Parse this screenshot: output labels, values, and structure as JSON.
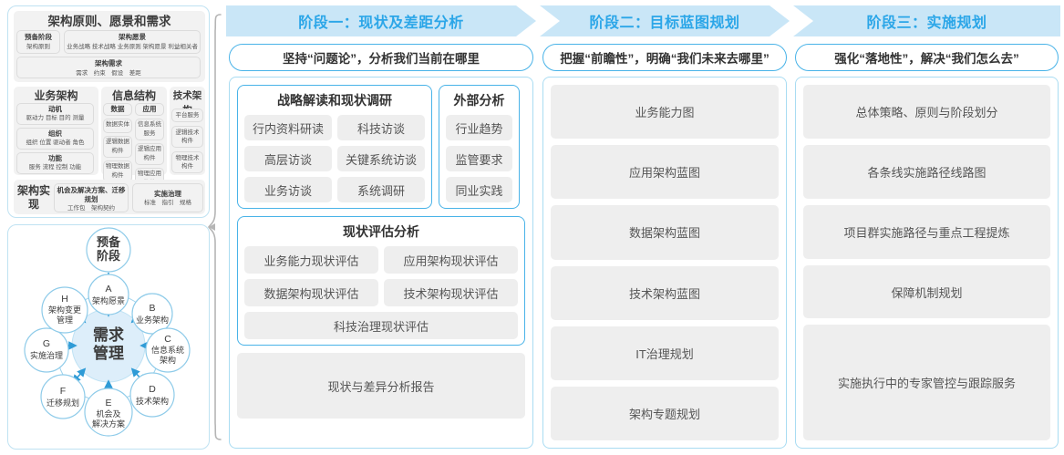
{
  "left_panel": {
    "togaf": {
      "principles_title": "架构原则、愿景和需求",
      "pre_stage": {
        "title": "预备阶段",
        "items": "架构原则"
      },
      "arch_vision": {
        "title": "架构愿景",
        "items": "业务战略 技术战略 业务原则 架构愿景 利益相关者"
      },
      "arch_req": {
        "title": "架构需求",
        "items": "需求　约束　假设　差距"
      },
      "business": {
        "title": "业务架构",
        "cards": [
          {
            "title": "动机",
            "items": "驱动力 目标 目的 测量"
          },
          {
            "title": "组织",
            "items": "组织 位置 驱动者 角色"
          },
          {
            "title": "功能",
            "items": "服务 流程 控制 功能"
          }
        ]
      },
      "information": {
        "title": "信息结构",
        "data_col": [
          {
            "title": "数据",
            "items": ""
          },
          {
            "title": "",
            "items": "数据实体"
          },
          {
            "title": "",
            "items": "逻辑数据构件"
          },
          {
            "title": "",
            "items": "物理数据构件"
          }
        ],
        "app_col": [
          {
            "title": "应用",
            "items": ""
          },
          {
            "title": "",
            "items": "信息系统服务"
          },
          {
            "title": "",
            "items": "逻辑应用构件"
          },
          {
            "title": "",
            "items": "物理应用构件"
          }
        ]
      },
      "technology": {
        "title": "技术架构",
        "cards": [
          "平台服务",
          "逻辑技术构件",
          "物理技术构件"
        ]
      },
      "implementation": {
        "label": "架构实现",
        "cards": [
          {
            "title": "机会及解决方案、迁移规划",
            "items": "工作包　架构契约"
          },
          {
            "title": "实施治理",
            "items": "标准　指引　规格"
          }
        ]
      }
    },
    "adm": {
      "center": "需求管理",
      "top": "预备阶段",
      "nodes": [
        {
          "key": "A",
          "label": "架构愿景"
        },
        {
          "key": "B",
          "label": "业务架构"
        },
        {
          "key": "C",
          "label": "信息系统架构"
        },
        {
          "key": "D",
          "label": "技术架构"
        },
        {
          "key": "E",
          "label": "机会及解决方案"
        },
        {
          "key": "F",
          "label": "迁移规划"
        },
        {
          "key": "G",
          "label": "实施治理"
        },
        {
          "key": "H",
          "label": "架构变更管理"
        }
      ]
    }
  },
  "phases": [
    {
      "header": "阶段一：现状及差距分析",
      "subtitle": "坚持“问题论”，分析我们当前在哪里"
    },
    {
      "header": "阶段二：目标蓝图规划",
      "subtitle": "把握“前瞻性”，明确“我们未来去哪里”"
    },
    {
      "header": "阶段三：实施规划",
      "subtitle": "强化“落地性”，解决“我们怎么去”"
    }
  ],
  "phase1": {
    "strategy": {
      "title": "战略解读和现状调研",
      "items": [
        "行内资料研读",
        "科技访谈",
        "高层访谈",
        "关键系统访谈",
        "业务访谈",
        "系统调研"
      ]
    },
    "external": {
      "title": "外部分析",
      "items": [
        "行业趋势",
        "监管要求",
        "同业实践"
      ]
    },
    "assessment": {
      "title": "现状评估分析",
      "items": [
        "业务能力现状评估",
        "应用架构现状评估",
        "数据架构现状评估",
        "技术架构现状评估"
      ],
      "full_width_item": "科技治理现状评估"
    },
    "report": "现状与差异分析报告"
  },
  "phase2": {
    "items": [
      "业务能力图",
      "应用架构蓝图",
      "数据架构蓝图",
      "技术架构蓝图",
      "IT治理规划",
      "架构专题规划"
    ]
  },
  "phase3": {
    "items": [
      "总体策略、原则与阶段划分",
      "各条线实施路径线路图",
      "项目群实施路径与重点工程提炼",
      "保障机制规划"
    ],
    "tall_item": "实施执行中的专家管控与跟踪服务"
  },
  "colors": {
    "accent": "#2ba6e8",
    "header_bg": "#c9e6f7",
    "chip_bg": "#eeeeee",
    "border": "#49b3e8"
  }
}
